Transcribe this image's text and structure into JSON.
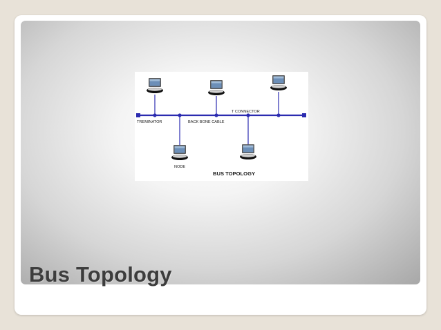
{
  "slide": {
    "title": "Bus Topology"
  },
  "diagram": {
    "labels": {
      "terminator": "TREMINATOR",
      "backbone": "BACK BONE CABLE",
      "connector": "T CONNECTOR",
      "node": "NODE",
      "caption": "BUS TOPOLOGY"
    },
    "nodes": [
      {
        "id": "node-top-left",
        "side": "above"
      },
      {
        "id": "node-top-center",
        "side": "above"
      },
      {
        "id": "node-top-right",
        "side": "above"
      },
      {
        "id": "node-bottom-left",
        "side": "below"
      },
      {
        "id": "node-bottom-right",
        "side": "below"
      }
    ],
    "colors": {
      "cable": "#2b2bb0",
      "screen": "#6c8fb8",
      "keyboard": "#111111"
    },
    "icon": "laptop-icon"
  }
}
